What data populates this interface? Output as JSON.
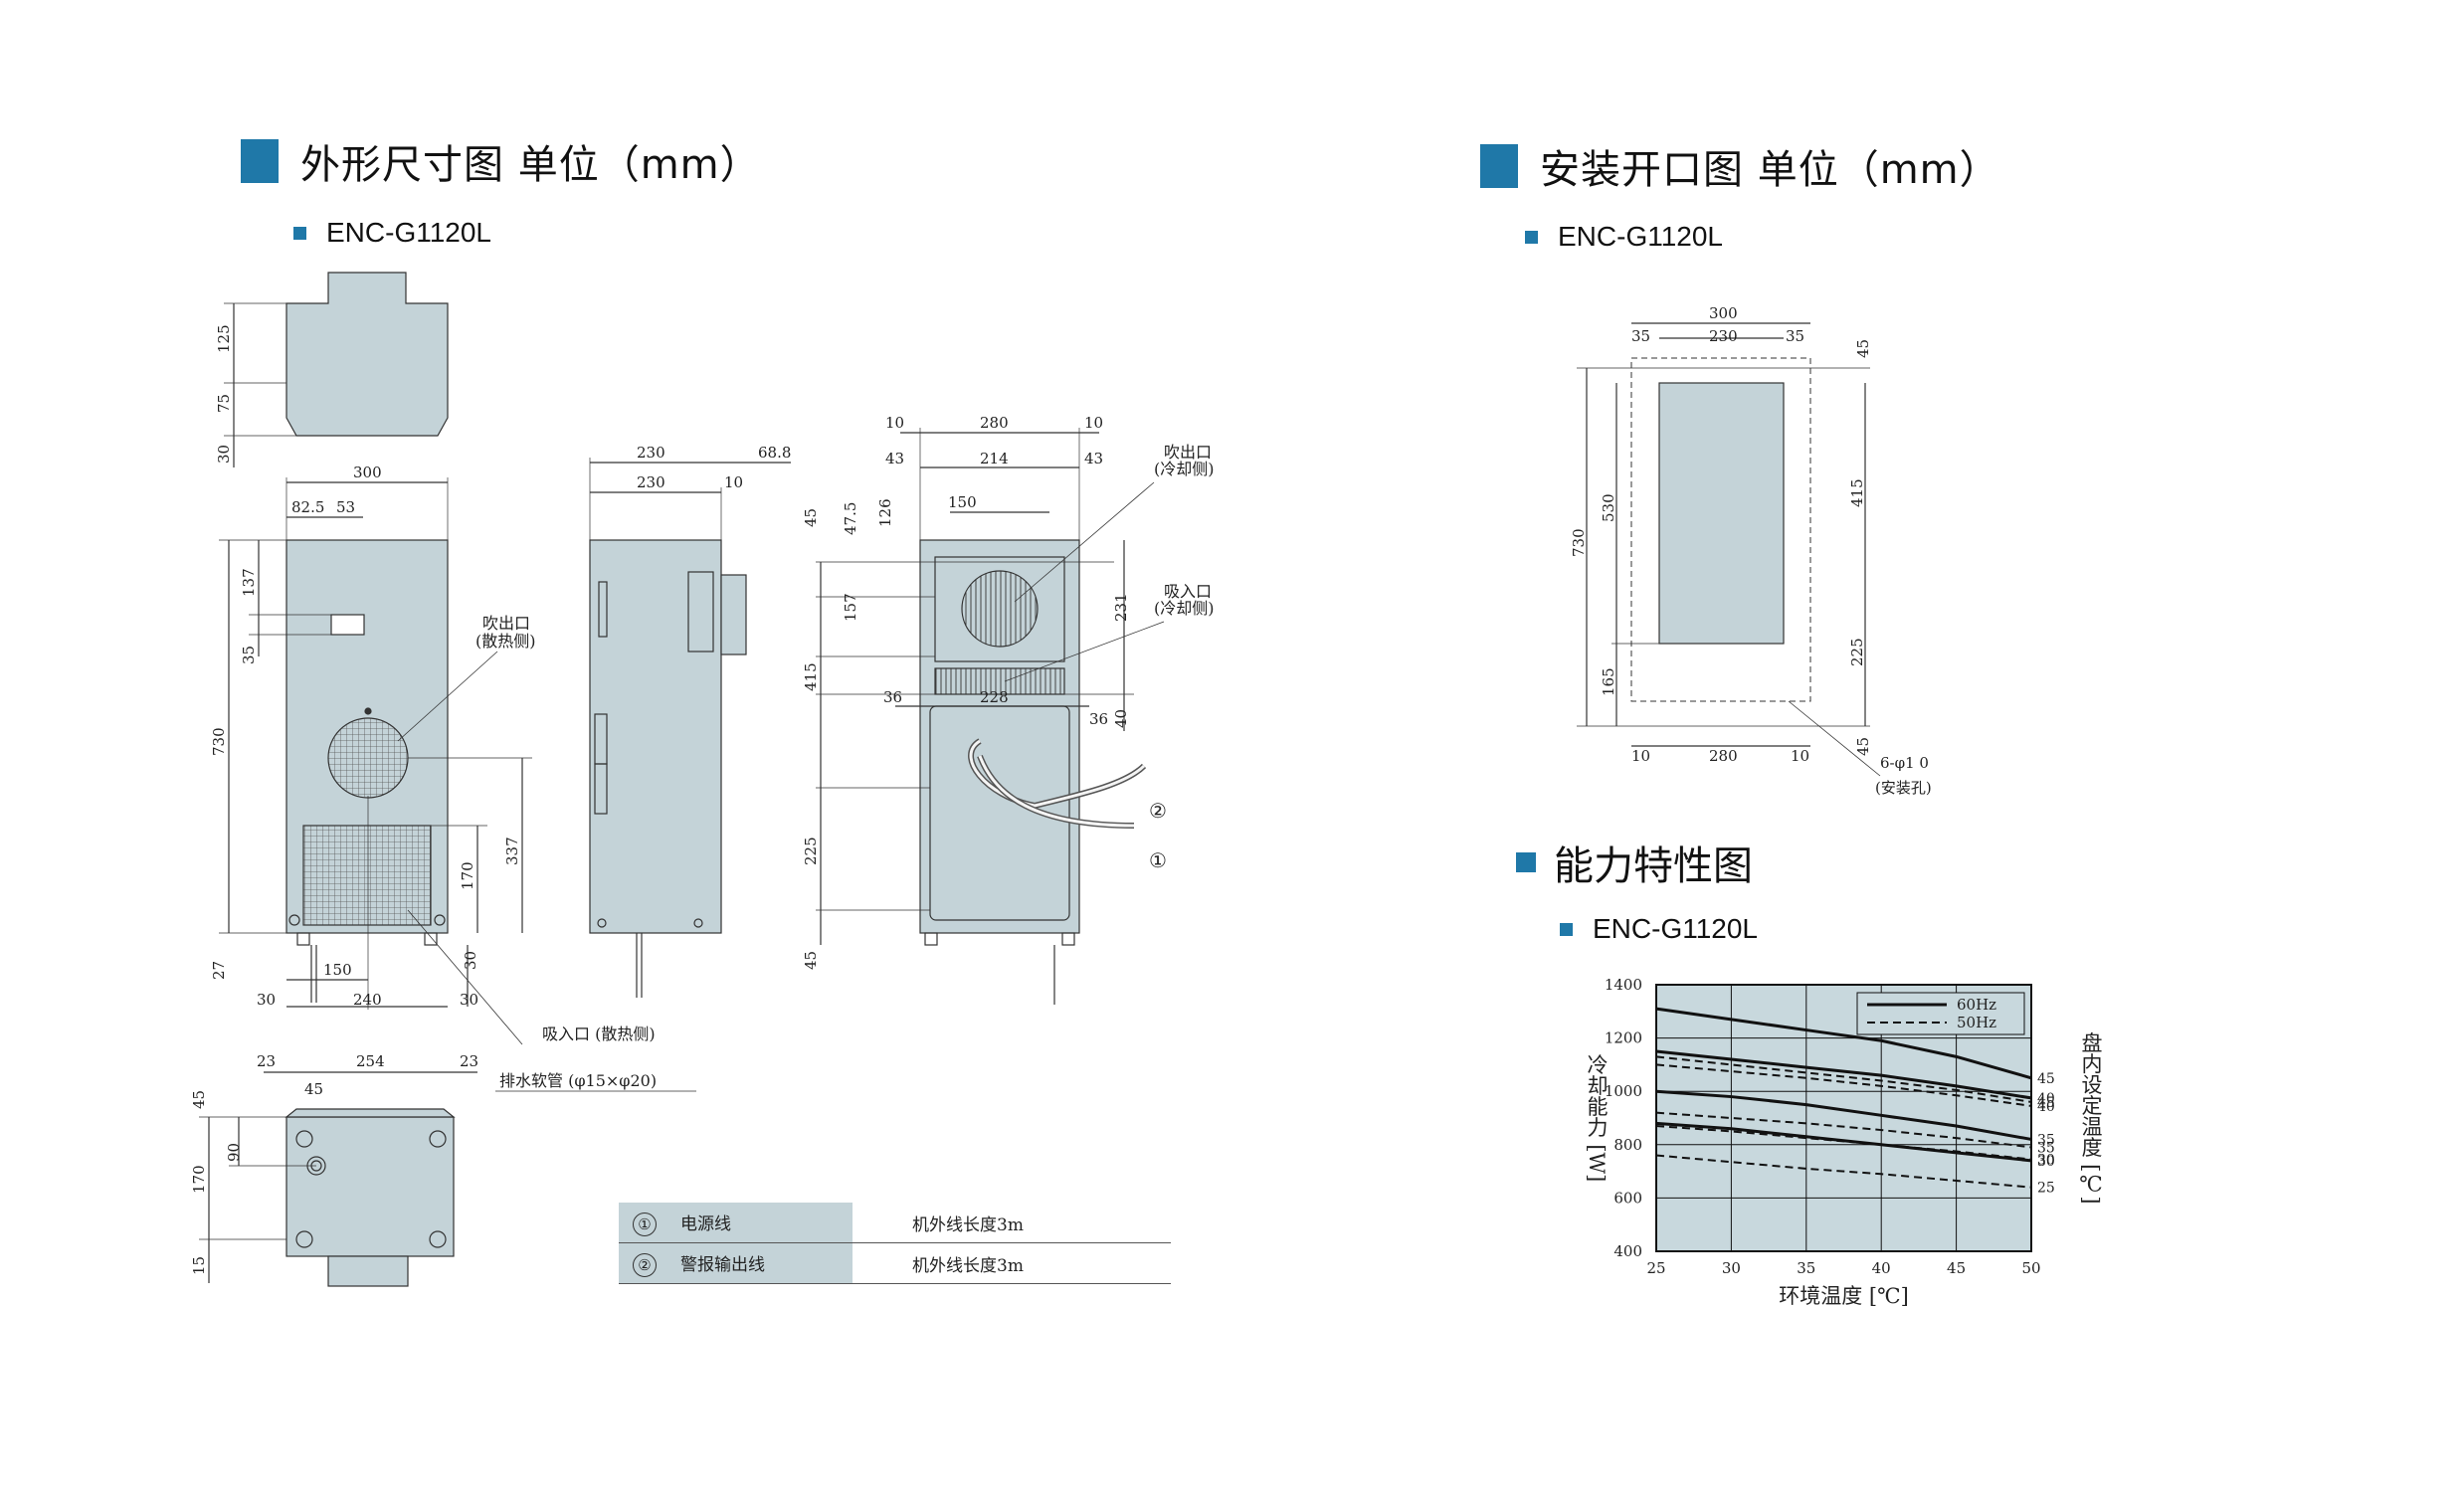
{
  "left_section": {
    "title": "外形尺寸图 单位（mm）",
    "model": "ENC-G1120L"
  },
  "right_section": {
    "title": "安装开口图 单位（mm）",
    "model": "ENC-G1120L"
  },
  "capacity_section": {
    "title": "能力特性图",
    "model": "ENC-G1120L"
  },
  "outline": {
    "top_view": {
      "dims": [
        "125",
        "75",
        "30"
      ]
    },
    "front_view": {
      "dims": [
        "300",
        "82.5",
        "53",
        "137",
        "35",
        "730",
        "27",
        "337",
        "170",
        "30",
        "150",
        "30",
        "240",
        "30"
      ],
      "labels": {
        "outlet": "吹出口",
        "outlet_side": "(散热侧)",
        "inlet": "吸入口 (散热侧)",
        "drain": "排水软管 (φ15×φ20)"
      }
    },
    "side_view": {
      "dims": [
        "230",
        "68.8",
        "230",
        "10"
      ]
    },
    "rear_view": {
      "dims": [
        "10",
        "280",
        "10",
        "43",
        "214",
        "43",
        "150",
        "45",
        "47.5",
        "126",
        "157",
        "231",
        "415",
        "36",
        "228",
        "36",
        "40",
        "225",
        "45"
      ],
      "labels": {
        "outlet": "吹出口",
        "outlet_side": "(冷却侧)",
        "inlet": "吸入口",
        "inlet_side": "(冷却侧)",
        "cable1": "①",
        "cable2": "②"
      }
    },
    "bottom_view": {
      "dims": [
        "23",
        "254",
        "23",
        "45",
        "45",
        "90",
        "170",
        "15"
      ]
    }
  },
  "cable_table": {
    "rows": [
      {
        "num": "①",
        "name": "电源线",
        "length": "机外线长度3m"
      },
      {
        "num": "②",
        "name": "警报输出线",
        "length": "机外线长度3m"
      }
    ]
  },
  "cutout": {
    "dims": [
      "300",
      "35",
      "230",
      "35",
      "45",
      "730",
      "530",
      "415",
      "225",
      "165",
      "45",
      "10",
      "280",
      "10"
    ],
    "hole_label": "6-φ1 0",
    "hole_caption": "(安装孔)"
  },
  "chart_data": {
    "type": "line",
    "x_label": "环境温度 [℃]",
    "y_label": "冷却能力 [W]",
    "right_label": "盘内设定温度 [℃]",
    "x_ticks": [
      "25",
      "30",
      "35",
      "40",
      "45",
      "50"
    ],
    "y_ticks": [
      "400",
      "600",
      "800",
      "1000",
      "1200",
      "1400"
    ],
    "xlim": [
      25,
      50
    ],
    "ylim": [
      400,
      1400
    ],
    "legend": [
      "60Hz",
      "50Hz"
    ],
    "colors": {
      "plot_bg": "#c8d8dd",
      "line": "#111111"
    },
    "series": [
      {
        "name": "60Hz",
        "label": "45",
        "x": [
          25,
          30,
          35,
          40,
          45,
          50
        ],
        "values": [
          1310,
          1270,
          1230,
          1190,
          1130,
          1050
        ]
      },
      {
        "name": "60Hz",
        "label": "40",
        "x": [
          25,
          30,
          35,
          40,
          45,
          50
        ],
        "values": [
          1150,
          1120,
          1090,
          1060,
          1020,
          975
        ]
      },
      {
        "name": "60Hz",
        "label": "35",
        "x": [
          25,
          30,
          35,
          40,
          45,
          50
        ],
        "values": [
          1000,
          980,
          950,
          910,
          870,
          820
        ]
      },
      {
        "name": "60Hz",
        "label": "30",
        "x": [
          25,
          30,
          35,
          40,
          45,
          50
        ],
        "values": [
          880,
          860,
          830,
          800,
          770,
          740
        ]
      },
      {
        "name": "50Hz",
        "label": "45",
        "x": [
          25,
          30,
          35,
          40,
          45,
          50
        ],
        "values": [
          1130,
          1100,
          1070,
          1040,
          1005,
          960
        ]
      },
      {
        "name": "50Hz",
        "label": "40",
        "x": [
          25,
          30,
          35,
          40,
          45,
          50
        ],
        "values": [
          1100,
          1075,
          1050,
          1020,
          985,
          945
        ]
      },
      {
        "name": "50Hz",
        "label": "35",
        "x": [
          25,
          30,
          35,
          40,
          45,
          50
        ],
        "values": [
          920,
          900,
          880,
          855,
          825,
          790
        ]
      },
      {
        "name": "50Hz",
        "label": "30",
        "x": [
          25,
          30,
          35,
          40,
          45,
          50
        ],
        "values": [
          870,
          850,
          825,
          800,
          775,
          745
        ]
      },
      {
        "name": "50Hz",
        "label": "25",
        "x": [
          25,
          30,
          35,
          40,
          45,
          50
        ],
        "values": [
          760,
          735,
          710,
          690,
          665,
          640
        ]
      }
    ]
  }
}
